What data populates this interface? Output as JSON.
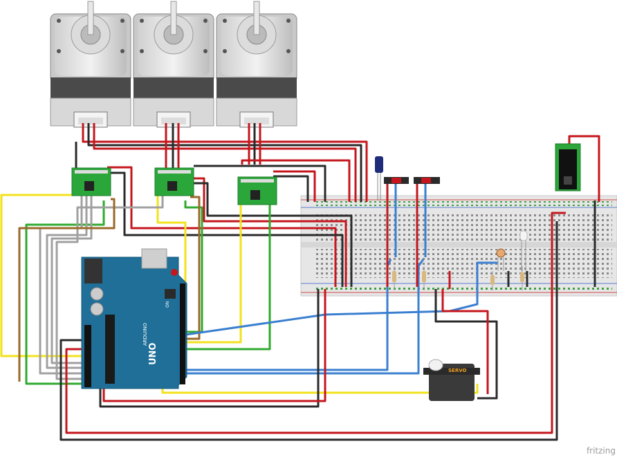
{
  "watermark": "fritzing",
  "labels": {
    "board_logo": "UNO",
    "board_brand": "ARDUINO",
    "servo_label": "SERVO",
    "board_on": "ON"
  },
  "components": {
    "stepper_motors": 3,
    "stepper_drivers": 3,
    "potentiometers": 2,
    "resistors": 4,
    "capacitor": 1,
    "photoresistor": 1,
    "led": 1,
    "servo": 1,
    "dc_jack": 1,
    "arduino": 1,
    "breadboard": 1
  },
  "colors": {
    "wire_red": "#c4161c",
    "wire_black": "#2a2a2a",
    "wire_yellow": "#f2e21c",
    "wire_green": "#2faa2f",
    "wire_blue": "#3a7fd0",
    "wire_gray": "#a0a0a0",
    "wire_brown": "#9a6a2a",
    "arduino_blue": "#1f6f98",
    "driver_green": "#2aa63a",
    "breadboard": "#e6e6e6"
  }
}
